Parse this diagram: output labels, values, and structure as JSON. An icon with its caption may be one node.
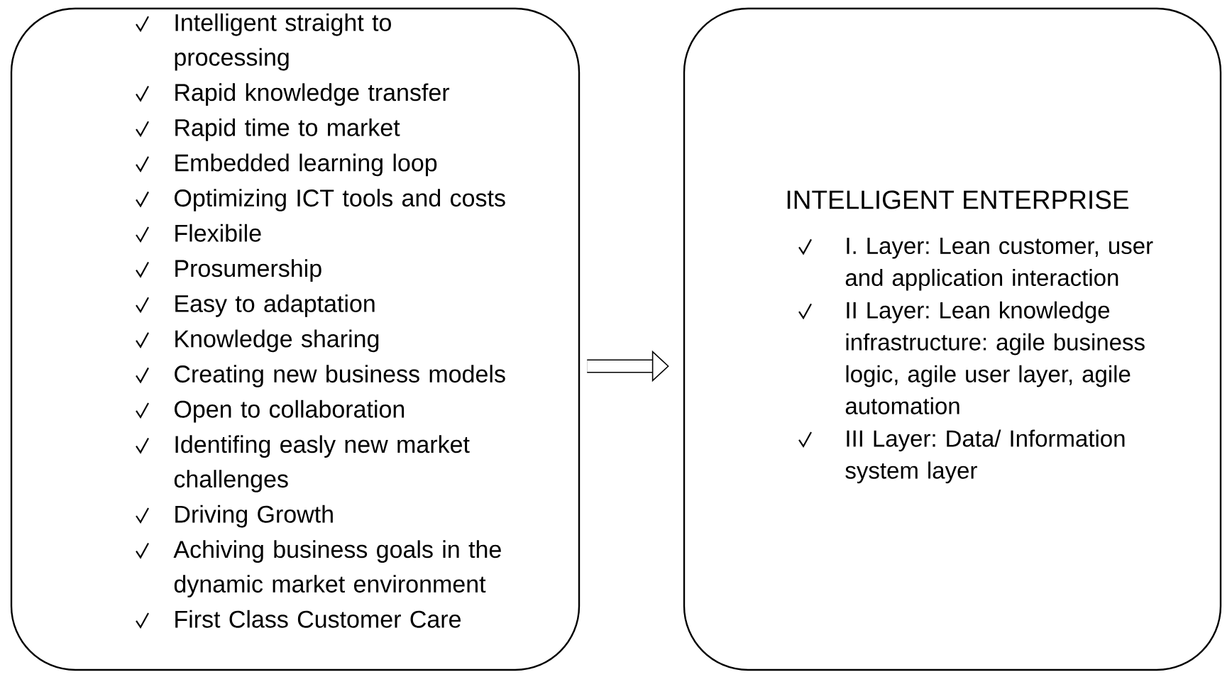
{
  "diagram": {
    "nodes": [
      {
        "text": [
          "Intelligent straight to processing",
          "Rapid knowledge transfer",
          "Rapid time to market",
          "Embedded learning loop",
          "Optimizing ICT tools and costs",
          "Flexibile",
          "Prosumership",
          "Easy to adaptation",
          "Knowledge sharing",
          "Creating new business models",
          "Open to collaboration",
          "Identifing easly new market challenges",
          "Driving Growth",
          "Achiving business goals in the dynamic market environment",
          "First Class Customer Care"
        ]
      },
      {
        "text": [
          "INTELLIGENT ENTERPRISE",
          "I. Layer: Lean customer, user and application interaction",
          "II Layer: Lean knowledge infrastructure: agile business logic, agile user layer, agile automation",
          "III Layer: Data/ Information system layer"
        ]
      }
    ],
    "edges": [
      {
        "from": 0,
        "to": 1,
        "arrow": "to"
      }
    ]
  }
}
